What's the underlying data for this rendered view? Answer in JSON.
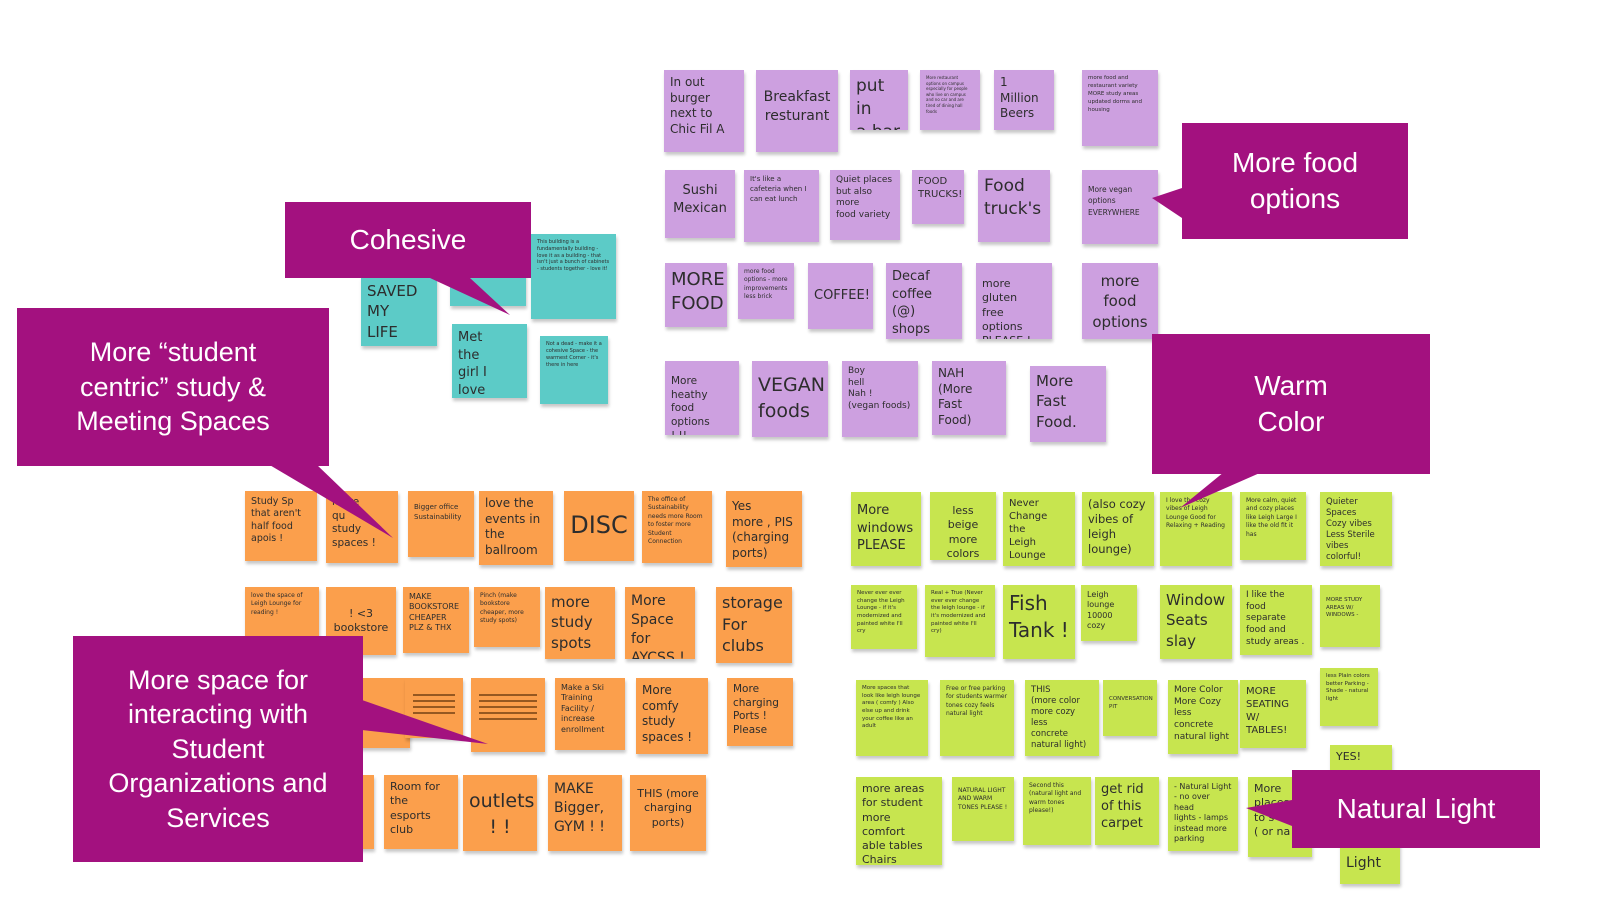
{
  "colors": {
    "callout": "#a3117f",
    "purple_note": "#cda0e0",
    "orange_note": "#fb9f4c",
    "green_note": "#c7e54f",
    "teal_note": "#5ccbc7"
  },
  "callouts": {
    "cohesive": "Cohesive",
    "student_centric": "More “student\ncentric” study &\nMeeting Spaces",
    "more_space": "More space for\ninteracting with\nStudent\nOrganizations and\nServices",
    "food": "More food\noptions",
    "warm": "Warm\nColor",
    "natural": "Natural Light"
  },
  "notes": {
    "teal": {
      "saved": "SAVED\nMY\nLIFE",
      "met": "Met\nthe\ngirl I\nlove",
      "small_1": "This building is a fundamentally building - love it as a building - that isn't just a bunch of cabinets - students together - love it!",
      "small_2": "Not a dead - make it a cohesive Space - the warmest Corner - it's there in here"
    },
    "purple": {
      "r1_1": "In out\nburger\nnext to\nChic Fil A",
      "r1_2": "Breakfast\nresturant",
      "r1_3": "put in\na bar",
      "r1_4": "More restaurant options on campus especially for people who live on campus and no car and are tired of dining hall foods",
      "r1_5": "1 Million\nBeers",
      "r1_6": "more food and restaurant variety MORE study areas updated dorms and housing",
      "r2_1": "Sushi\nMexican",
      "r2_2": "It's like a cafeteria when I can eat lunch",
      "r2_3": "Quiet places\nbut also\nmore\nfood variety",
      "r2_4": "FOOD\nTRUCKS!",
      "r2_5": "Food\ntruck's",
      "r2_6": "More vegan\noptions\nEVERYWHERE",
      "r3_1": "MORE\nFOOD",
      "r3_2": "more food options - more improvements less brick",
      "r3_3": "COFFEE!",
      "r3_4": "Decaf\ncoffee (@)\nshops",
      "r3_5": "more gluten\nfree options\nPLEASE !",
      "r3_6": "more\nfood\noptions",
      "r4_1": "More heathy\nfood options\n! !!",
      "r4_2": "VEGAN\nfoods",
      "r4_3": "Boy\nhell\nNah !\n(vegan foods)",
      "r4_4": "NAH (More\nFast\nFood)",
      "r4_5": "More\nFast\nFood."
    },
    "orange": {
      "r1_1": "Study Sp\nthat aren't\nhalf food\napois !",
      "r1_2": "more\nqu\nstudy\nspaces !",
      "r1_3": "Bigger office Sustainability",
      "r1_4": "love the\nevents in\nthe\nballroom",
      "r1_5": "DISC",
      "r1_6": "The office of Sustainability needs more Room to foster more Student Connection",
      "r1_7": "Yes\nmore , PIS\n(charging\nports)",
      "r2_1": "love the space of Leigh Lounge for reading !",
      "r2_2": "! <3\nbookstore",
      "r2_3": "MAKE\nBOOKSTORE\nCHEAPER\nPLZ & THX",
      "r2_4": "Pinch (make bookstore cheaper, more study spots)",
      "r2_5": "more\nstudy\nspots",
      "r2_6": "More\nSpace for\nAYCSS !",
      "r2_7": "storage\nFor\nclubs",
      "r3_1": "Make a Ski Training Facility / increase enrollment",
      "r3_2": "More\ncomfy\nstudy\nspaces !",
      "r3_3": "More\ncharging\nPorts !\nPlease",
      "r4_1": "Room for\nthe\nesports\nclub",
      "r4_2": "outlets\n! !",
      "r4_3": "MAKE\nBigger,\nGYM ! !",
      "r4_4": "THIS (more\ncharging\nports)"
    },
    "green": {
      "r1_1": "More\nwindows\nPLEASE",
      "r1_2": "less beige\nmore\ncolors",
      "r1_3": "Never\nChange\nthe\nLeigh Lounge",
      "r1_4": "(also cozy\nvibes of\nleigh\nlounge)",
      "r1_5": "I love the cozy vibes of Leigh Lounge Good for Relaxing + Reading",
      "r1_6": "More calm, quiet and cozy places like Leigh Large I like the old fit it has",
      "r1_7": "Quieter Spaces\nCozy vibes\nLess Sterile\nvibes\ncolorful!",
      "r2_1": "Never ever ever change the Leigh Lounge - if it's modernized and painted white I'll cry",
      "r2_2": "Real + True (Never ever ever change the leigh lounge - if it's modernized and painted white I'll cry)",
      "r2_3": "Fish\nTank !",
      "r2_4": "Leigh\nlounge\n10000\ncozy",
      "r2_5": "Window\nSeats\nslay",
      "r2_6": "I like the food\nseparate\nfood and\nstudy areas .",
      "r2_7": "MORE STUDY AREAS W/ WINDOWS -",
      "r3_1": "More spaces that look like leigh lounge area ( comfy ) Also else up and drink your coffee like an adult",
      "r3_2": "Free or free parking for students warmer tones cozy feels natural light",
      "r3_3": "THIS\n(more color\nmore cozy less\nconcrete\nnatural light)",
      "r3_4": "CONVERSATION PIT",
      "r3_5": "More Color\nMore Cozy\nless concrete\nnatural light",
      "r3_6": "MORE\nSEATING\nW/\nTABLES!",
      "r3_7": "less Plain colors better Parking - Shade - natural light",
      "r4_1": "more areas\nfor student\nmore comfort\nable tables\nChairs",
      "r4_2": "NATURAL LIGHT AND WARM TONES PLEASE !",
      "r4_3": "Second this (natural light and warm tones please!)",
      "r4_4": "get rid\nof this\ncarpet",
      "r4_5": "- Natural Light\n- no over head\nlights - lamps\ninstead more\nparking",
      "r4_6": "More\nplaces\nto s\n( or na",
      "r4_7": "YES!",
      "r4_8": "Light"
    }
  }
}
